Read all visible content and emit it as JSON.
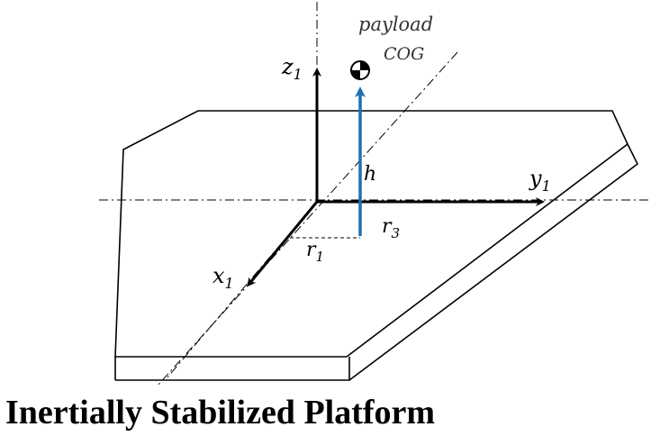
{
  "diagram": {
    "caption": "Inertially Stabilized Platform",
    "payload_label_line1": "payload",
    "payload_label_line2": "COG",
    "axes": {
      "z": {
        "symbol": "z",
        "subscript": "1"
      },
      "y": {
        "symbol": "y",
        "subscript": "1"
      },
      "x": {
        "symbol": "x",
        "subscript": "1"
      }
    },
    "offsets": {
      "h": "h",
      "r1": {
        "symbol": "r",
        "subscript": "1"
      },
      "r3": {
        "symbol": "r",
        "subscript": "3"
      }
    },
    "colors": {
      "lines": "#000000",
      "height_vector": "#1f6fb2"
    },
    "icons": [
      "center-of-gravity-icon"
    ]
  }
}
